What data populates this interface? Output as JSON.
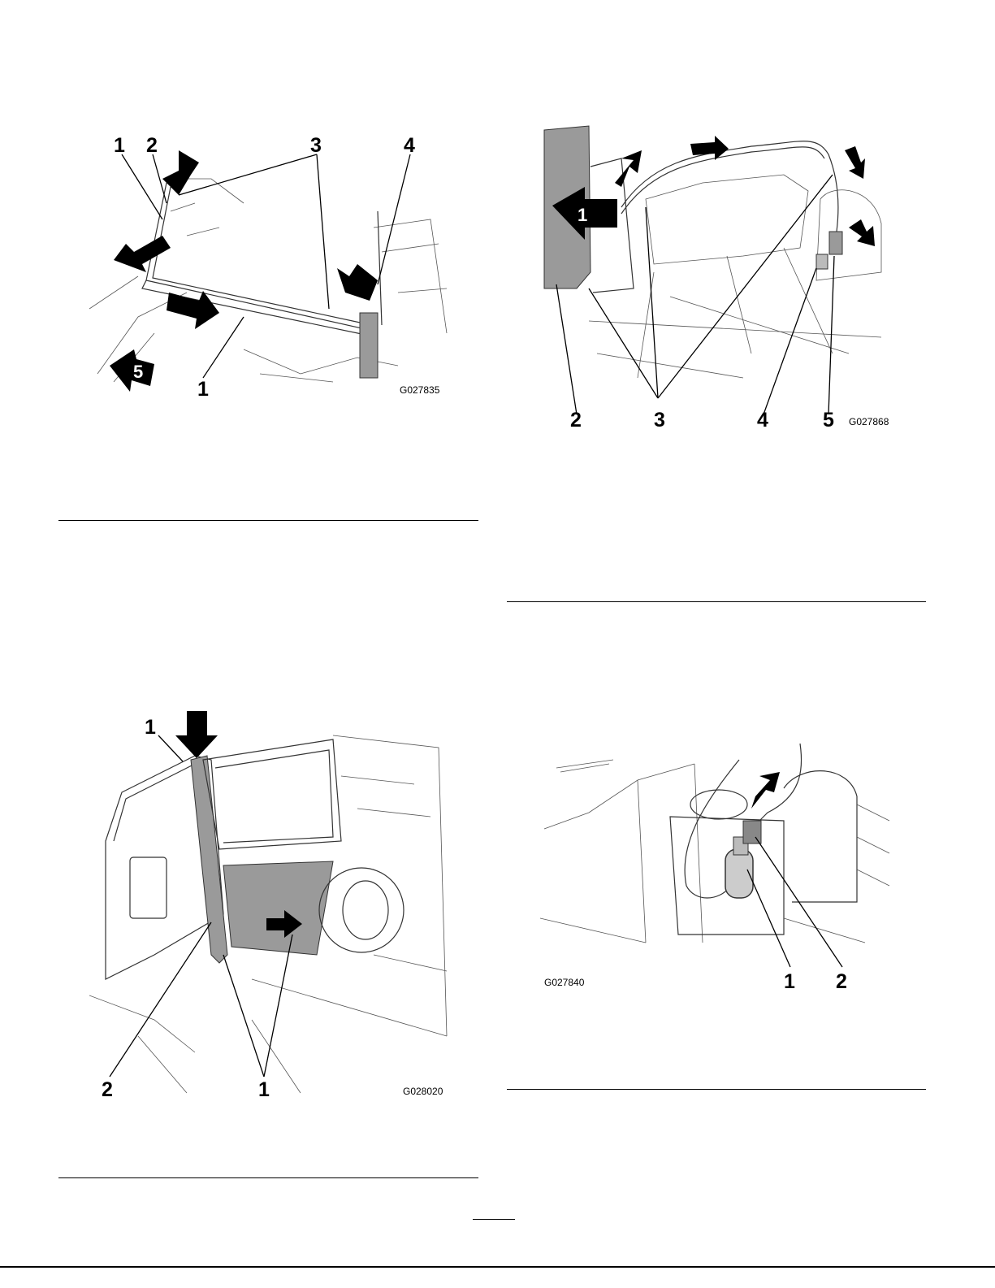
{
  "figures": [
    {
      "id": "G027835",
      "callouts": [
        "1",
        "2",
        "3",
        "4",
        "1",
        "5"
      ]
    },
    {
      "id": "G027868",
      "callouts": [
        "1",
        "2",
        "3",
        "4",
        "5"
      ]
    },
    {
      "id": "G028020",
      "callouts": [
        "1",
        "2",
        "1"
      ]
    },
    {
      "id": "G027840",
      "callouts": [
        "1",
        "2"
      ]
    }
  ],
  "colors": {
    "ink": "#000000",
    "panel_gray": "#9a9a9a",
    "paper": "#ffffff"
  }
}
